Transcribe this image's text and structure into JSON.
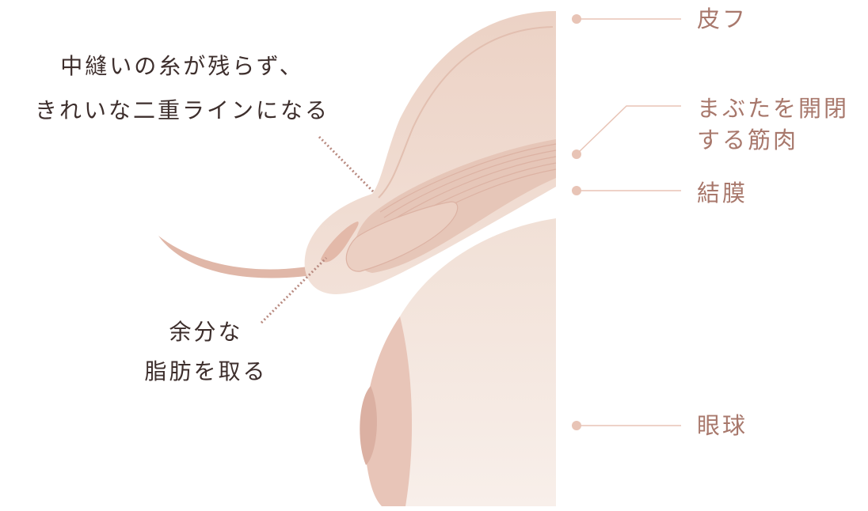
{
  "notes": {
    "top": [
      "中縫いの糸が残らず、",
      "きれいな二重ラインになる"
    ],
    "bottom": [
      "余分な",
      "脂肪を取る"
    ]
  },
  "labels": {
    "skin": "皮フ",
    "muscle": [
      "まぶたを開閉",
      "する筋肉"
    ],
    "conjunctiva": "結膜",
    "eyeball": "眼球"
  },
  "colors": {
    "label_text": "#a8786c",
    "note_text": "#3d2e2c",
    "leader": "#e8c4b6",
    "lid": "#ecd3c7",
    "eyeball": "#f4e6de"
  }
}
